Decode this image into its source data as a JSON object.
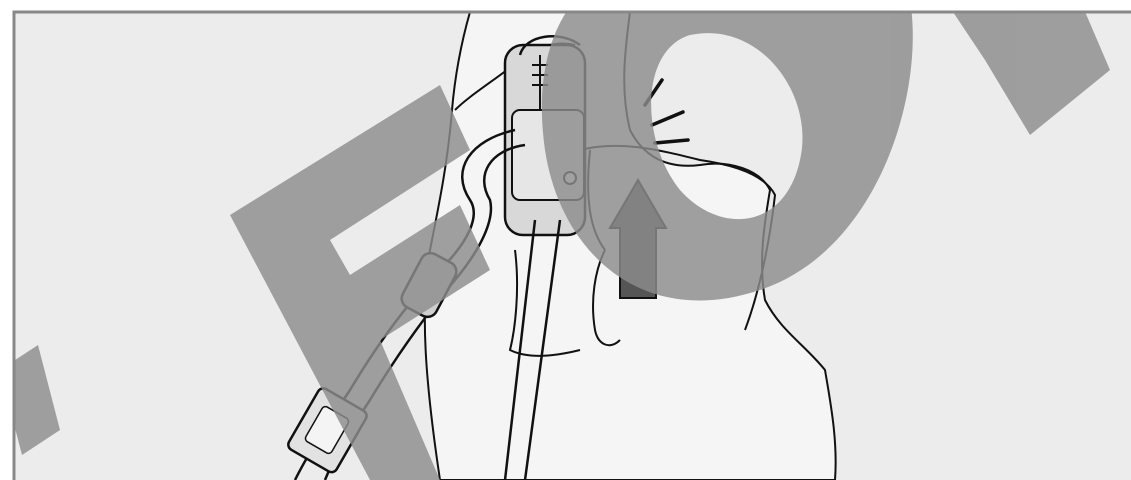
{
  "figure": {
    "panel_fill": "#ececec",
    "frame_color": "#888888",
    "line_color": "#111111",
    "watermark": {
      "text": "FOR",
      "color": "#8c8c8c",
      "opacity": 0.82
    },
    "arrow": {
      "direction": "up",
      "color": "#555555"
    }
  }
}
